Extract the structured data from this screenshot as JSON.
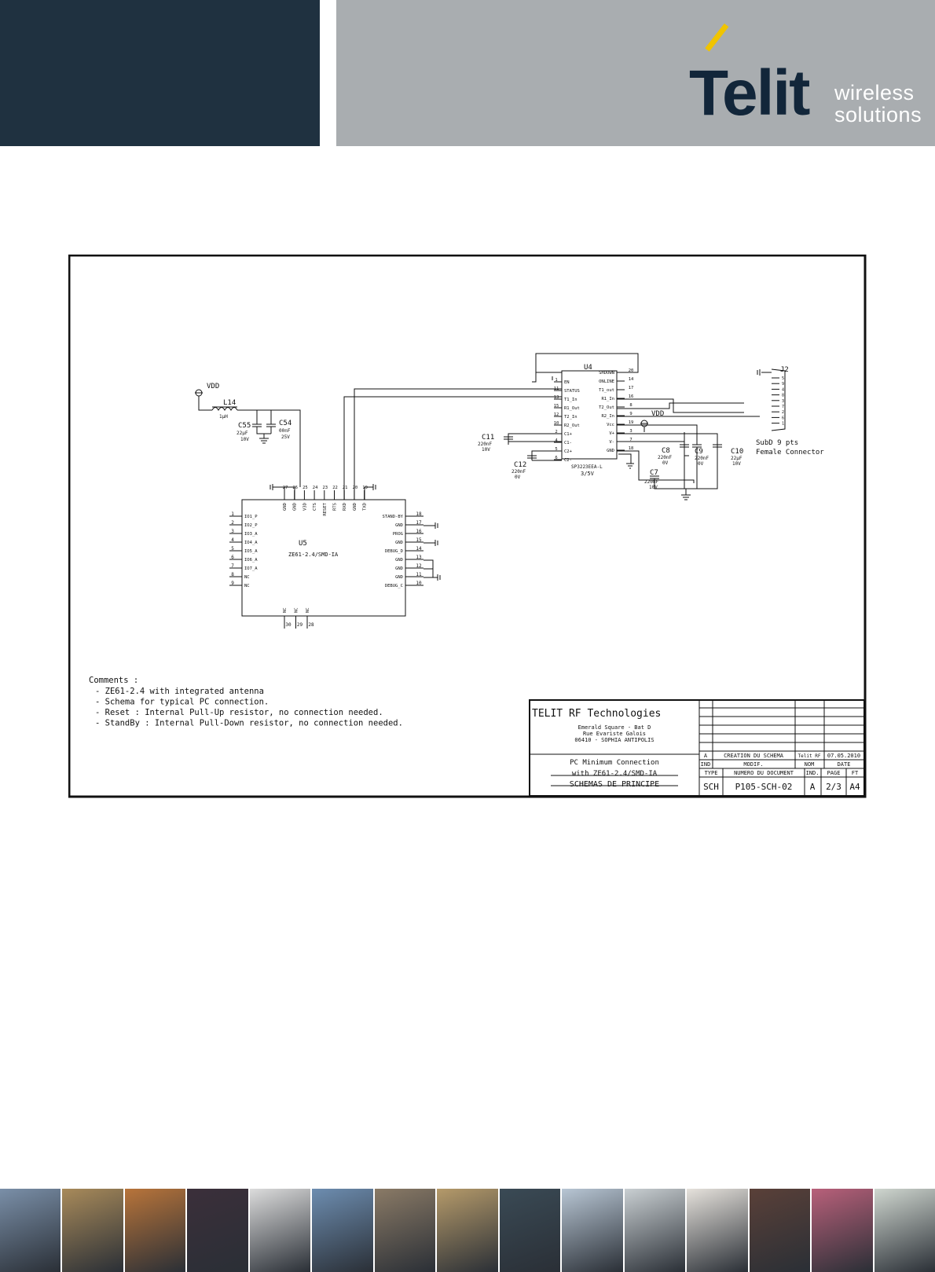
{
  "header": {
    "logo_text": "Telit",
    "tagline_line1": "wireless",
    "tagline_line2": "solutions",
    "colors": {
      "navy": "#1f3140",
      "grey": "#a9adb0",
      "accent": "#f0c400"
    }
  },
  "schematic": {
    "u4": {
      "ref": "U4",
      "part": "SP3223EEA-L",
      "supply": "3/5V",
      "left_pins": [
        {
          "num": "1",
          "name": "EN"
        },
        {
          "num": "11",
          "name": "STATUS"
        },
        {
          "num": "13",
          "name": "T1_In"
        },
        {
          "num": "15",
          "name": "R1_Out"
        },
        {
          "num": "12",
          "name": "T2_In"
        },
        {
          "num": "10",
          "name": "R2_Out"
        },
        {
          "num": "2",
          "name": "C1+"
        },
        {
          "num": "4",
          "name": "C1-"
        },
        {
          "num": "5",
          "name": "C2+"
        },
        {
          "num": "6",
          "name": "C2-"
        }
      ],
      "right_pins": [
        {
          "num": "20",
          "name": "SHDOWN"
        },
        {
          "num": "14",
          "name": "ONLINE"
        },
        {
          "num": "17",
          "name": "T1_out"
        },
        {
          "num": "16",
          "name": "R1_In"
        },
        {
          "num": "8",
          "name": "T2_Out"
        },
        {
          "num": "9",
          "name": "R2_In"
        },
        {
          "num": "19",
          "name": "Vcc"
        },
        {
          "num": "3",
          "name": "V+"
        },
        {
          "num": "7",
          "name": "V-"
        },
        {
          "num": "18",
          "name": "GND"
        }
      ]
    },
    "u5": {
      "ref": "U5",
      "part": "ZE61-2.4/SMD-IA",
      "left_pins": [
        {
          "num": "1",
          "name": "IO1_P"
        },
        {
          "num": "2",
          "name": "IO2_P"
        },
        {
          "num": "3",
          "name": "IO3_A"
        },
        {
          "num": "4",
          "name": "IO4_A"
        },
        {
          "num": "5",
          "name": "IO5_A"
        },
        {
          "num": "6",
          "name": "IO6_A"
        },
        {
          "num": "7",
          "name": "IO7_A"
        },
        {
          "num": "8",
          "name": "NC"
        },
        {
          "num": "9",
          "name": "NC"
        }
      ],
      "right_pins": [
        {
          "num": "18",
          "name": "STAND-BY"
        },
        {
          "num": "17",
          "name": "GND"
        },
        {
          "num": "16",
          "name": "PROG"
        },
        {
          "num": "15",
          "name": "GND"
        },
        {
          "num": "14",
          "name": "DEBUG_D"
        },
        {
          "num": "13",
          "name": "GND"
        },
        {
          "num": "12",
          "name": "GND"
        },
        {
          "num": "11",
          "name": "GND"
        },
        {
          "num": "10",
          "name": "DEBUG_C"
        }
      ],
      "top_pins": [
        {
          "num": "27",
          "name": "GND"
        },
        {
          "num": "26",
          "name": "GND"
        },
        {
          "num": "25",
          "name": "V3D"
        },
        {
          "num": "24",
          "name": "CTS"
        },
        {
          "num": "23",
          "name": "RESET"
        },
        {
          "num": "22",
          "name": "RTS"
        },
        {
          "num": "21",
          "name": "RXD"
        },
        {
          "num": "20",
          "name": "GND"
        },
        {
          "num": "19",
          "name": "TXD"
        }
      ],
      "bottom_pins": [
        {
          "num": "30",
          "name": "NC"
        },
        {
          "num": "29",
          "name": "NC"
        },
        {
          "num": "28",
          "name": "NC"
        }
      ]
    },
    "j2": {
      "ref": "J2",
      "desc_line1": "SubD 9 pts",
      "desc_line2": "Female Connector",
      "pins": [
        "5",
        "9",
        "4",
        "8",
        "3",
        "7",
        "2",
        "6",
        "1"
      ]
    },
    "power_label": "VDD",
    "inductor": {
      "ref": "L14",
      "value": "1µH"
    },
    "caps": {
      "c55": {
        "ref": "C55",
        "value": "22µF",
        "voltage": "10V"
      },
      "c54": {
        "ref": "C54",
        "value": "00nF",
        "voltage": "25V"
      },
      "c11": {
        "ref": "C11",
        "value": "220nF",
        "voltage": "10V"
      },
      "c12": {
        "ref": "C12",
        "value": "220nF",
        "voltage": "0V"
      },
      "c8": {
        "ref": "C8",
        "value": "220nF",
        "voltage": "0V"
      },
      "c9": {
        "ref": "C9",
        "value": "220nF",
        "voltage": "0V"
      },
      "c10": {
        "ref": "C10",
        "value": "22µF",
        "voltage": "10V"
      },
      "c7": {
        "ref": "C7",
        "value": "220nF",
        "voltage": "10V"
      }
    },
    "comments": {
      "title": "Comments :",
      "lines": [
        "- ZE61-2.4 with integrated antenna",
        "- Schema for typical PC connection.",
        "- Reset : Internal Pull-Up resistor, no connection needed.",
        "- StandBy : Internal Pull-Down resistor, no connection needed."
      ]
    },
    "title_block": {
      "company": "TELIT RF Technologies",
      "address1": "Emerald Square - Bat D",
      "address2": "Rue Evariste Galois",
      "address3": "06410 - SOPHIA ANTIPOLIS",
      "desc1": "PC Minimum Connection",
      "desc2": "with ZE61-2.4/SMD-IA",
      "desc3": "SCHEMAS DE PRINCIPE",
      "rev_ind": "A",
      "rev_modif": "CREATION DU SCHEMA",
      "rev_nom": "Telit RF",
      "rev_date": "07.05.2010",
      "hdr_ind": "IND",
      "hdr_modif": "MODIF.",
      "hdr_nom": "NOM",
      "hdr_date": "DATE",
      "hdr_type": "TYPE",
      "hdr_numero": "NUMERO DU DOCUMENT",
      "hdr_ind2": "IND.",
      "hdr_page": "PAGE",
      "hdr_ft": "FT",
      "val_type": "SCH",
      "val_numero": "P105-SCH-02",
      "val_ind": "A",
      "val_page": "2/3",
      "val_ft": "A4"
    }
  },
  "footer_photos": [
    "#7a8fa8",
    "#a88a5a",
    "#b8743a",
    "#3b2f3a",
    "#dcdcdc",
    "#6d8db0",
    "#8a7a66",
    "#b59a6a",
    "#3a4a55",
    "#b8c6d4",
    "#c9cfd2",
    "#e6e2dc",
    "#5a4038",
    "#b8607a",
    "#cfd6cf"
  ]
}
